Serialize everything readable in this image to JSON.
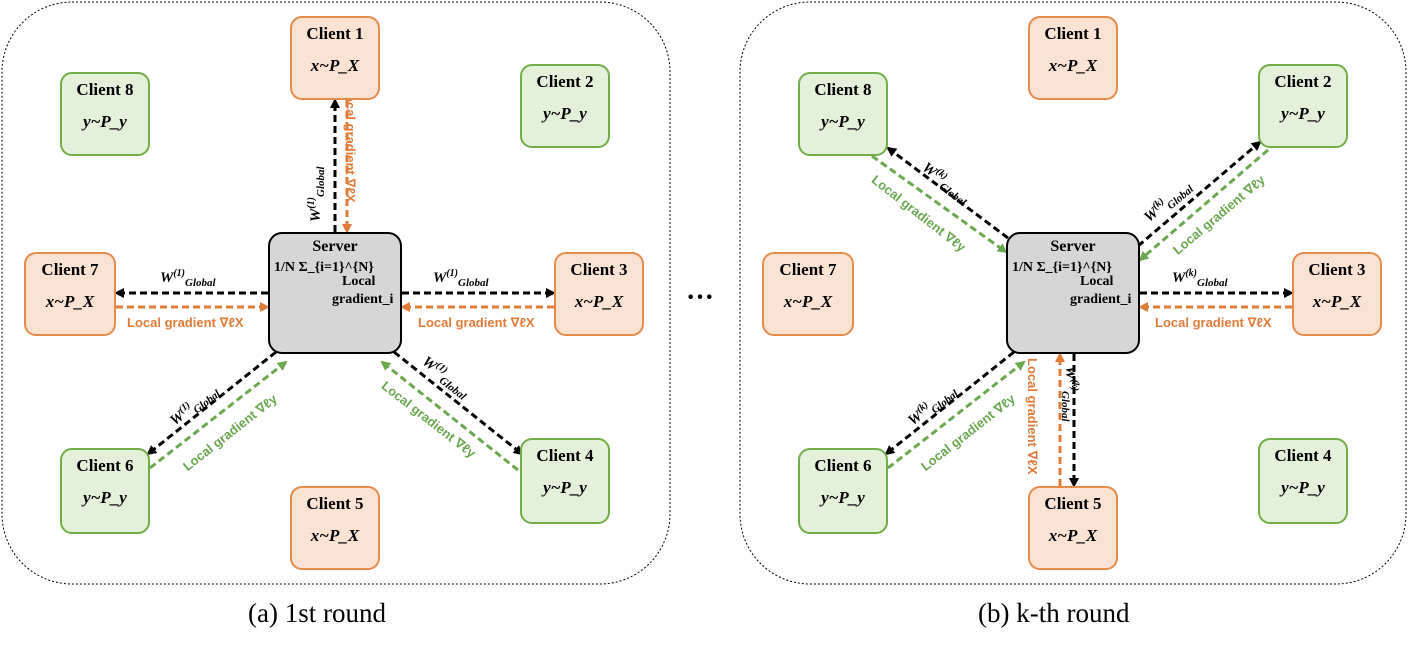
{
  "panels": [
    {
      "caption": "(a) 1st round",
      "server": {
        "title": "Server",
        "formula": "1/N Σ_{i=1}^{N}",
        "local_top": "Local",
        "local_bottom": "gradient_i"
      },
      "clients": [
        {
          "title": "Client 1",
          "dist": "x~P_X",
          "color": "orange"
        },
        {
          "title": "Client 2",
          "dist": "y~P_y",
          "color": "green"
        },
        {
          "title": "Client 3",
          "dist": "x~P_X",
          "color": "orange"
        },
        {
          "title": "Client 4",
          "dist": "y~P_y",
          "color": "green"
        },
        {
          "title": "Client 5",
          "dist": "x~P_X",
          "color": "orange"
        },
        {
          "title": "Client 6",
          "dist": "y~P_y",
          "color": "green"
        },
        {
          "title": "Client 7",
          "dist": "x~P_X",
          "color": "orange"
        },
        {
          "title": "Client 8",
          "dist": "y~P_y",
          "color": "green"
        }
      ],
      "weight_label": "W(1)Global",
      "grad_label_x": "Local gradient ∇ℓX",
      "grad_label_y": "Local gradient ∇ℓy"
    },
    {
      "caption": "(b) k-th round",
      "server": {
        "title": "Server",
        "formula": "1/N Σ_{i=1}^{N}",
        "local_top": "Local",
        "local_bottom": "gradient_i"
      },
      "clients": [
        {
          "title": "Client 1",
          "dist": "x~P_X",
          "color": "orange"
        },
        {
          "title": "Client 2",
          "dist": "y~P_y",
          "color": "green"
        },
        {
          "title": "Client 3",
          "dist": "x~P_X",
          "color": "orange"
        },
        {
          "title": "Client 4",
          "dist": "y~P_y",
          "color": "green"
        },
        {
          "title": "Client 5",
          "dist": "x~P_X",
          "color": "orange"
        },
        {
          "title": "Client 6",
          "dist": "y~P_y",
          "color": "green"
        },
        {
          "title": "Client 7",
          "dist": "x~P_X",
          "color": "orange"
        },
        {
          "title": "Client 8",
          "dist": "y~P_y",
          "color": "green"
        }
      ],
      "weight_label": "W(k)Global",
      "grad_label_x": "Local gradient ∇ℓX",
      "grad_label_y": "Local gradient ∇ℓy"
    }
  ],
  "ellipsis": "···",
  "colors": {
    "orange_fill": "#fbe3d4",
    "orange_stroke": "#e68a4a",
    "green_fill": "#e3f1da",
    "green_stroke": "#70ad47",
    "server_fill": "#d6d6d6"
  }
}
